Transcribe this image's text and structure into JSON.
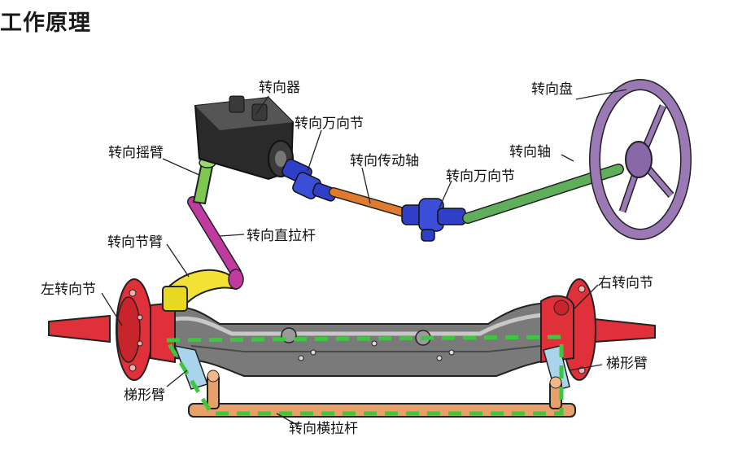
{
  "title": "工作原理",
  "labels": {
    "steering_gear": "转向器",
    "universal_joint_upper": "转向万向节",
    "pitman_arm": "转向摇臂",
    "transmission_shaft": "转向传动轴",
    "universal_joint_lower": "转向万向节",
    "steering_wheel": "转向盘",
    "steering_shaft": "转向轴",
    "drag_link": "转向直拉杆",
    "knuckle_arm": "转向节臂",
    "left_knuckle": "左转向节",
    "right_knuckle": "右转向节",
    "trapezoid_arm_left": "梯形臂",
    "trapezoid_arm_right": "梯形臂",
    "tie_rod": "转向横拉杆"
  },
  "colors": {
    "knuckle": "#e0303a",
    "wheel": "#9a79b5",
    "steering_shaft": "#5fae5a",
    "transmission_shaft": "#e07a2e",
    "joint": "#2f3fc8",
    "drag_link": "#c03aa0",
    "knuckle_arm": "#f2e233",
    "tie_rod": "#e8a06a",
    "axle": "#8c8c8c",
    "trapezoid_arm": "#a9d4ec",
    "dashed_trapezoid": "#3cc83c"
  }
}
